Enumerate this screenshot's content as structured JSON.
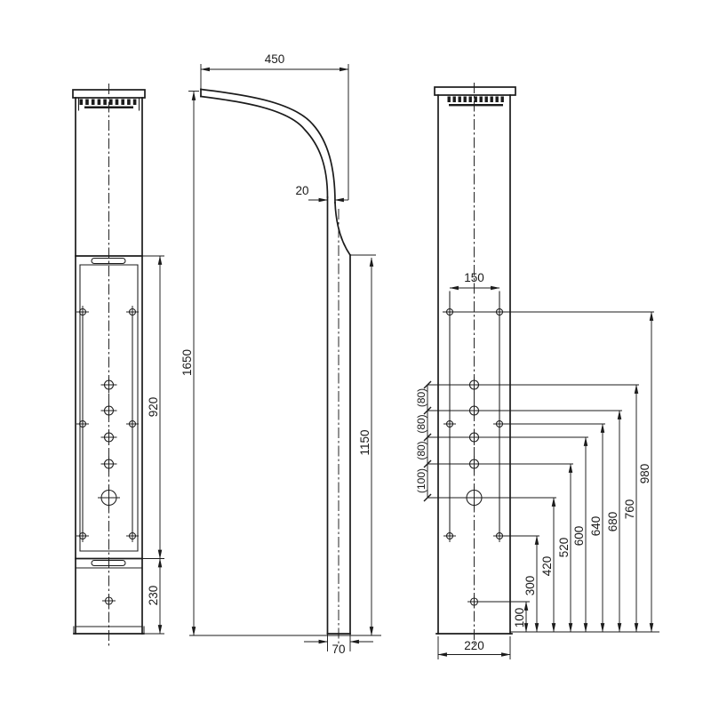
{
  "drawing": {
    "kind": "shower-panel-three-view-technical-drawing",
    "background_color": "#ffffff",
    "line_color": "#1b1b1b"
  },
  "dims": {
    "front_panel_height": "920",
    "front_base_height": "230",
    "total_height": "1650",
    "arm_reach": "450",
    "arm_thickness": "20",
    "body_height": "1150",
    "body_depth": "70",
    "hole_pair_spacing": "150",
    "gap_1": "(80)",
    "gap_2": "(80)",
    "gap_3": "(80)",
    "gap_4": "(100)",
    "h_100": "100",
    "h_300": "300",
    "h_420": "420",
    "h_520": "520",
    "h_600": "600",
    "h_640": "640",
    "h_680": "680",
    "h_760": "760",
    "h_980": "980",
    "back_width": "220"
  }
}
